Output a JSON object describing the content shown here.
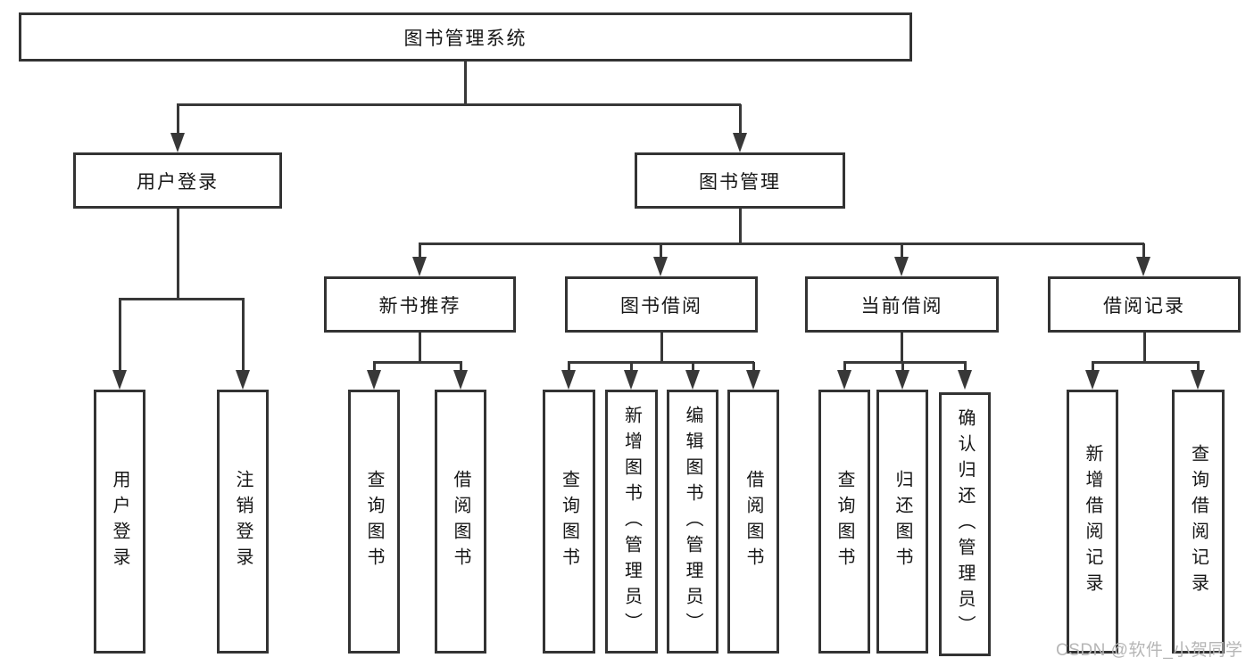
{
  "tree": {
    "root": {
      "label": "图书管理系统"
    },
    "user_login": {
      "label": "用户登录",
      "children": [
        {
          "label": "用户登录"
        },
        {
          "label": "注销登录"
        }
      ]
    },
    "book_mgmt": {
      "label": "图书管理",
      "sections": [
        {
          "label": "新书推荐",
          "children": [
            {
              "label": "查询图书"
            },
            {
              "label": "借阅图书"
            }
          ]
        },
        {
          "label": "图书借阅",
          "children": [
            {
              "label": "查询图书"
            },
            {
              "label": "新增图书（管理员）"
            },
            {
              "label": "编辑图书（管理员）"
            },
            {
              "label": "借阅图书"
            }
          ]
        },
        {
          "label": "当前借阅",
          "children": [
            {
              "label": "查询图书"
            },
            {
              "label": "归还图书"
            },
            {
              "label": "确认归还（管理员）"
            }
          ]
        },
        {
          "label": "借阅记录",
          "children": [
            {
              "label": "新增借阅记录"
            },
            {
              "label": "查询借阅记录"
            }
          ]
        }
      ]
    },
    "watermark": "CSDN @软件_小贺同学"
  },
  "colors": {
    "line": "#383838",
    "border": "#333333",
    "text": "#161616",
    "watermark": "#b6b6b6",
    "background": "#ffffff"
  }
}
